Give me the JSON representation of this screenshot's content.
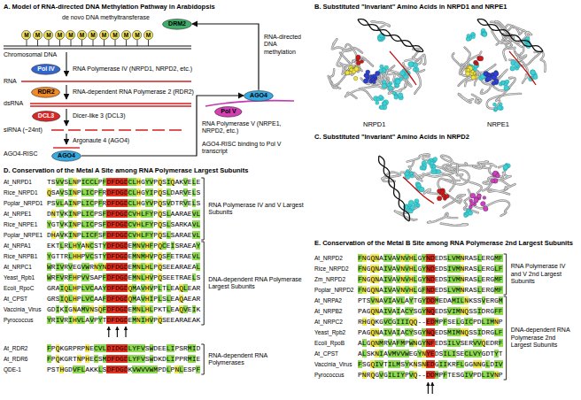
{
  "diagram": {
    "nodes": [
      {
        "text": [
          "DRM2"
        ]
      },
      {
        "text": [
          "M"
        ]
      },
      {
        "text": [
          "M"
        ]
      },
      {
        "text": [
          "M"
        ]
      },
      {
        "text": [
          "M"
        ]
      },
      {
        "text": [
          "M"
        ]
      },
      {
        "text": [
          "M"
        ]
      },
      {
        "text": [
          "M"
        ]
      },
      {
        "text": [
          "M"
        ]
      },
      {
        "text": [
          "M"
        ]
      },
      {
        "text": [
          "M"
        ]
      },
      {
        "text": [
          "M"
        ]
      },
      {
        "text": [
          "M"
        ]
      },
      {
        "text": [
          "Pol IV"
        ]
      },
      {
        "text": [
          "RDR2"
        ]
      },
      {
        "text": [
          "DCL3"
        ]
      },
      {
        "text": [
          "AGO4"
        ]
      },
      {
        "text": [
          "AGO4"
        ]
      },
      {
        "text": [
          "Pol V"
        ]
      }
    ],
    "edges": [
      {
        "from": 16,
        "to": 17,
        "arrow": "to"
      },
      {
        "from": 17,
        "to": 0,
        "arrow": "to"
      }
    ],
    "labels": [
      "A. Model of RNA-directed DNA Methylation Pathway in Arabidopsis",
      "de novo DNA methyltransferase",
      "Chromosomal DNA",
      "RNA Polymerase IV (NRPD1, NRPD2, etc.)",
      "RNA",
      "RNA-dependent RNA Polymerase 2 (RDR2)",
      "dsRNA",
      "Dicer-like 3 (DCL3)",
      "siRNA (~24nt)",
      "Argonaute 4 (AGO4)",
      "AGO4-RISC",
      "AGO4-RISC binding to Pol V transcript",
      "RNA Polymerase V (NRPE1, NRPD2, etc.)",
      "RNA-directed DNA methylation",
      "B. Substituted \"Invariant\" Amino Acids in NRPD1 and NRPE1",
      "NRPD1",
      "NRPE1",
      "C. Substituted \"Invariant\" Amino Acids in NRPD2",
      "D. Conservation of the Metal A Site among RNA Polymerase Largest Subunits",
      "E. Conservation of the Metal B Site among RNA Polymerase 2nd Largest Subunits",
      "At_NRPD1",
      "TSVVSLNPICCLPFDFDGDCLHGYVPQSIQAKVELE",
      "Rice_NRPD1",
      "QSAVSINPLICPFRDFDGDCLHGYIPQSLDARVELS",
      "Poplar_NRPD1",
      "PSVLAINPLICPFRDFDGDCLHGYVPQSVDTRVELS",
      "At_NRPE1",
      "DNTVKINPLICPSFDFDGDCVHLFYPQSLAARAEVL",
      "Rice_NRPE1",
      "YGTVKINPLICPSFDFDGDCVHLFYPQSLSARKAVL",
      "Poplar_NRPE1",
      "DHAVKINPLICFSFDFDGDCVHLFYPQSLSARAEVL",
      "At_NRPA1",
      "EKTLRLHYANCSTYDFDGDEMNVHFPQCEISRAEAY",
      "Rice_NRPB1",
      "YGTTRLHHPVCSTYDFDGDEMNMHVPQSFETRAEVL",
      "At_NRPC1",
      "WRIVRVEGVWRNYNDFDGDEMNLHLPQSEEARAEAL",
      "Yeast_Rpb1",
      "WRFVRFHPVVSAPFDFDGDEMNLHVPQSEETRAELS",
      "Ecoli_RpoC",
      "GRAIQLHPLVCAAYDFDGDQMAVHVPLTLEAQLEAR",
      "At_CPST",
      "GRSIQLHPLVCAAFDFDGDQMAVHIPLSLEAQAEAR",
      "Vaccinia_Virus",
      "GDIKIGNAMVNSQFDFDGDEMNLHLPKTLEAQVEIK",
      "Pyrococcus",
      "YRIVRIHVLAVPYTDFDGDEMNIHVPQSEEARAEAK",
      "At_RDR2",
      "FPQKGRPRPNECVLDIDGDLYFVSWDEELIPSRMID",
      "At_RDR6",
      "FPQKGRTNPHECSMDFDGDLYFVSWDKDLIPPRMIE",
      "QDE-1",
      "PSTHGDVFLAKKLSDFDGDKVWVVWMPDLPNLESPF",
      "RNA Polymerase IV and V Largest Subunits",
      "DNA-dependent RNA Polymerase Largest Subunits",
      "RNA-dependent RNA Polymerases",
      "At_NRPD2",
      "FNGQNAIVAVNVHLGYNDEDSLVMNRASLERGMF",
      "Rice_NRPD2",
      "FNGQNAIVAVNVHLGYNDEDSIVMNRASLERGLF",
      "Zm_NRPD2",
      "FNGQNAIVAVNVHLGYNDEDSIVMNRASLERGMF",
      "Poplar_NRPD2",
      "FNGQNAIVAVNVHLGFNDEDSLVMNRASLERGMF",
      "At_NRPA2",
      "PTSVNAVIAVLAYTGYDDMEDAMILNKSSVERGM",
      "At_NRPB2",
      "PAGQNAIVAIACYSGYNQEDSVIMNQSSIDRGFF",
      "At_NRPC2",
      "RHGQKGVCGIIIQQ--EDMPFSELGICPDLIMNP",
      "Yeast_Rpb2",
      "PAGQNAIVAIACYSGYNQEDSMIMNQSSIDRGLF",
      "Ecoli_RpoB",
      "ALGQNMRVAFMPWNGYNFEDSILVSERVVQEDRF",
      "At_CPST",
      "ALSKNIAVMVVWEGYNYEDSILISECLVYGDTYT",
      "Vaccinia_Virus",
      "FSGQIVTILMSYKNSNEDGIIKRFLGGNNGLDIV",
      "Pyrococcus",
      "PNRQGVGILIYPVQ--DDMPFTESGIVPDLIVNP",
      "RNA Polymerase IV and V 2nd Largest Subunits",
      "DNA-dependent RNA Polymerase 2nd Largest Subunits"
    ]
  }
}
